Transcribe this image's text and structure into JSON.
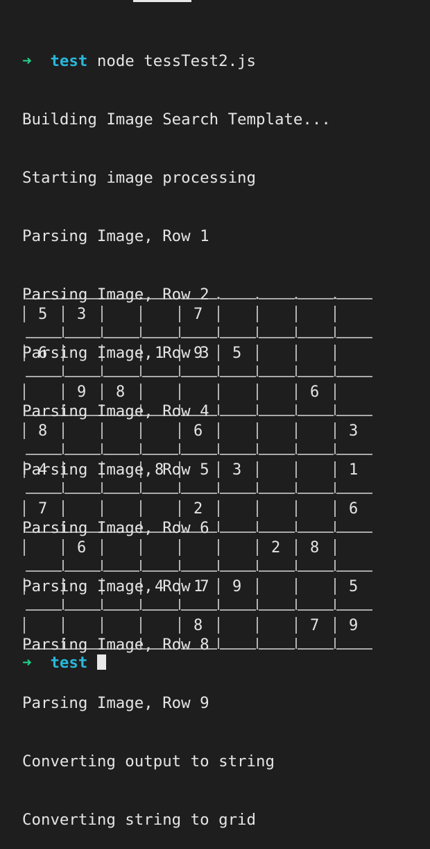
{
  "prompt": {
    "arrow": "➜",
    "dir": "test",
    "command": "node tessTest2.js"
  },
  "output_lines": [
    "Building Image Search Template...",
    "Starting image processing",
    "Parsing Image, Row 1",
    "Parsing Image, Row 2",
    "Parsing Image, Row 3",
    "Parsing Image, Row 4",
    "Parsing Image, Row 5",
    "Parsing Image, Row 6",
    "Parsing Image, Row 7",
    "Parsing Image, Row 8",
    "Parsing Image, Row 9",
    "Converting output to string",
    "Converting string to grid"
  ],
  "grid": [
    [
      "5",
      "3",
      "",
      "",
      "7",
      "",
      "",
      "",
      ""
    ],
    [
      "6",
      "",
      "",
      "1",
      "9",
      "5",
      "",
      "",
      ""
    ],
    [
      "",
      "9",
      "8",
      "",
      "",
      "",
      "",
      "6",
      ""
    ],
    [
      "8",
      "",
      "",
      "",
      "6",
      "",
      "",
      "",
      "3"
    ],
    [
      "4",
      "",
      "",
      "8",
      "",
      "3",
      "",
      "",
      "1"
    ],
    [
      "7",
      "",
      "",
      "",
      "2",
      "",
      "",
      "",
      "6"
    ],
    [
      "",
      "6",
      "",
      "",
      "",
      "",
      "2",
      "8",
      ""
    ],
    [
      "",
      "",
      "",
      "4",
      "1",
      "9",
      "",
      "",
      "5"
    ],
    [
      "",
      "",
      "",
      "",
      "8",
      "",
      "",
      "7",
      "9"
    ]
  ],
  "next_prompt": {
    "arrow": "➜",
    "dir": "test"
  },
  "colors": {
    "background": "#1e1e1e",
    "text": "#e5e5e5",
    "arrow": "#23d18b",
    "dir": "#29b8db"
  }
}
